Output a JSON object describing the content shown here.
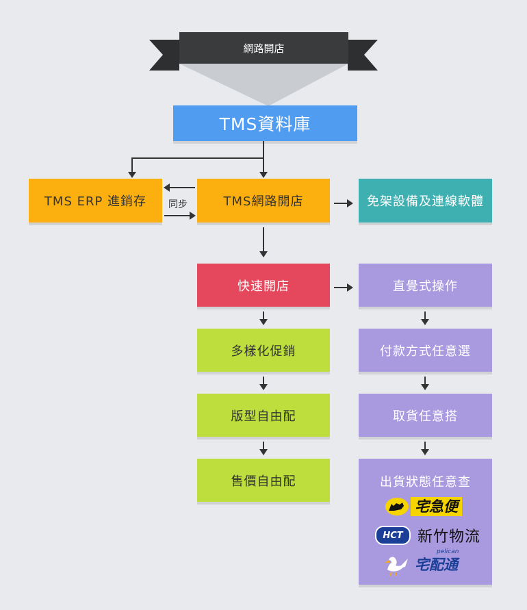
{
  "ribbon": {
    "label": "網路開店"
  },
  "top": {
    "label": "TMS資料庫"
  },
  "erp": {
    "label": "TMS ERP 進銷存"
  },
  "sync": {
    "label": "同步"
  },
  "shop": {
    "label": "TMS網路開店"
  },
  "hardware": {
    "label": "免架設備及連線軟體"
  },
  "left_column": [
    {
      "label": "快速開店"
    },
    {
      "label": "多樣化促銷"
    },
    {
      "label": "版型自由配"
    },
    {
      "label": "售價自由配"
    }
  ],
  "right_column": [
    {
      "label": "直覺式操作"
    },
    {
      "label": "付款方式任意選"
    },
    {
      "label": "取貨任意搭"
    },
    {
      "label": "出貨狀態任意查"
    }
  ],
  "logistics": {
    "yamato": {
      "name": "宅急便"
    },
    "hct": {
      "badge": "HCT",
      "name": "新竹物流"
    },
    "pelican": {
      "tag": "pelican",
      "name": "宅配通"
    }
  },
  "colors": {
    "blue": "#4f9cf0",
    "orange": "#fbb010",
    "teal": "#3fb0b2",
    "red": "#e5485c",
    "lime": "#bdde3c",
    "purple": "#a99ae0"
  }
}
